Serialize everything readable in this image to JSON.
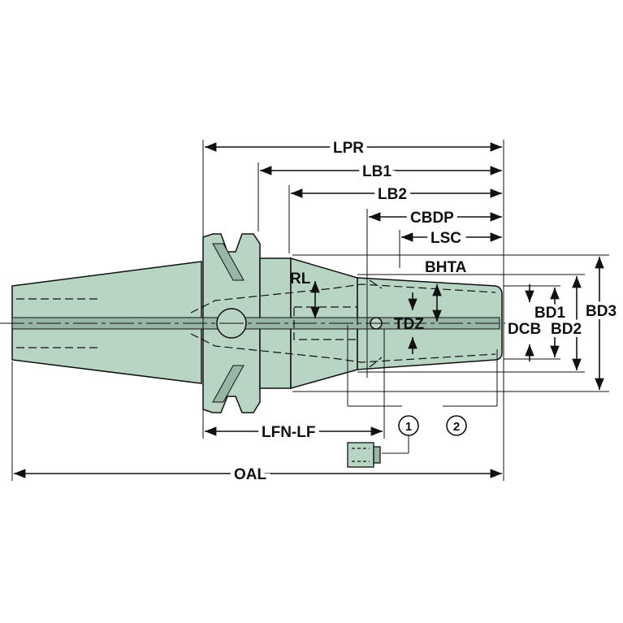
{
  "colors": {
    "body": "#b8d5c3",
    "band": "#98b6a6",
    "line": "#111111"
  },
  "dimensions": {
    "lpr": "LPR",
    "lb1": "LB1",
    "lb2": "LB2",
    "cbdp": "CBDP",
    "lsc": "LSC",
    "bhta": "BHTA",
    "rl": "RL",
    "tdz": "TDZ",
    "bd1": "BD1",
    "dcb": "DCB",
    "bd2": "BD2",
    "bd3": "BD3",
    "lfn_lf": "LFN-LF",
    "oal": "OAL"
  },
  "callouts": {
    "one": "1",
    "two": "2"
  }
}
